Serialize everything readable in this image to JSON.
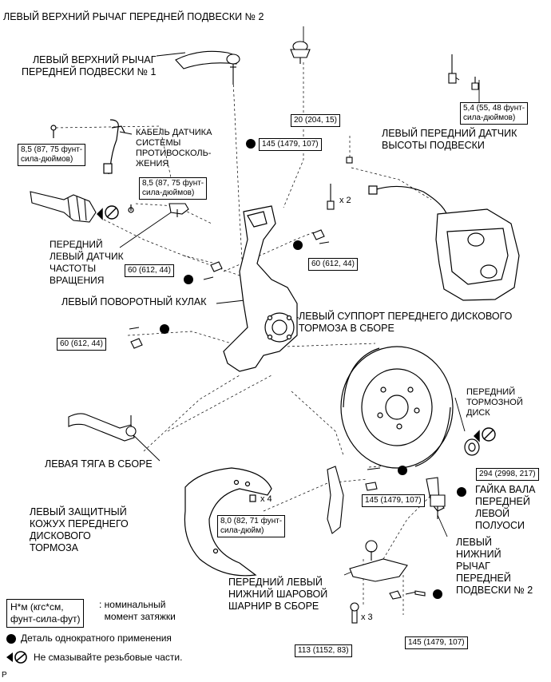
{
  "labels": {
    "upper_arm2": "ЛЕВЫЙ ВЕРХНИЙ РЫЧАГ ПЕРЕДНЕЙ ПОДВЕСКИ № 2",
    "upper_arm1": "ЛЕВЫЙ ВЕРХНИЙ РЫЧАГ\nПЕРЕДНЕЙ ПОДВЕСКИ № 1",
    "abs_cable": "КАБЕЛЬ ДАТЧИКА\nСИСТЕМЫ\nПРОТИВОСКОЛЬ-\nЖЕНИЯ",
    "height_sensor": "ЛЕВЫЙ ПЕРЕДНИЙ ДАТЧИК\nВЫСОТЫ ПОДВЕСКИ",
    "speed_sensor": "ПЕРЕДНИЙ\nЛЕВЫЙ ДАТЧИК\nЧАСТОТЫ\nВРАЩЕНИЯ",
    "knuckle": "ЛЕВЫЙ ПОВОРОТНЫЙ КУЛАК",
    "caliper": "ЛЕВЫЙ СУППОРТ ПЕРЕДНЕГО ДИСКОВОГО\nТОРМОЗА В СБОРЕ",
    "disc": "ПЕРЕДНИЙ\nТОРМОЗНОЙ\nДИСК",
    "tie_rod": "ЛЕВАЯ ТЯГА В СБОРЕ",
    "dust_cover": "ЛЕВЫЙ ЗАЩИТНЫЙ\nКОЖУХ ПЕРЕДНЕГО\nДИСКОВОГО\nТОРМОЗА",
    "axle_nut": "ГАЙКА ВАЛА\nПЕРЕДНЕЙ\nЛЕВОЙ\nПОЛУОСИ",
    "lower_arm2": "ЛЕВЫЙ\nНИЖНИЙ\nРЫЧАГ\nПЕРЕДНЕЙ\nПОДВЕСКИ № 2",
    "ball_joint": "ПЕРЕДНИЙ ЛЕВЫЙ\nНИЖНИЙ ШАРОВОЙ\nШАРНИР В СБОРЕ",
    "x2": "x 2",
    "x3": "x 3",
    "x4": "x 4",
    "p_mark": "P"
  },
  "torques": {
    "t_8_5_a": "8,5 (87, 75 фунт-\nсила-дюймов)",
    "t_8_5_b": "8,5 (87, 75 фунт-\nсила-дюймов)",
    "t_20": "20 (204, 15)",
    "t_145_top": "145 (1479, 107)",
    "t_5_4": "5,4 (55, 48 фунт-\nсила-дюймов)",
    "t_60_a": "60 (612, 44)",
    "t_60_b": "60 (612, 44)",
    "t_60_c": "60 (612, 44)",
    "t_294": "294 (2998, 217)",
    "t_145_mid": "145 (1479, 107)",
    "t_8_0": "8,0 (82, 71 фунт-\nсила-дюйм)",
    "t_113": "113 (1152, 83)",
    "t_145_bot": "145 (1479, 107)"
  },
  "legend": {
    "unit_box": "Н*м (кгс*см,\nфунт-сила-фут)",
    "unit_text": ": номинальный\n  момент затяжки",
    "non_reusable": "Деталь однократного применения",
    "no_grease": "Не смазывайте резьбовые части."
  },
  "colors": {
    "line": "#000000",
    "background": "#ffffff",
    "part_fill": "#ffffff",
    "shade": "#d9d9d9"
  }
}
